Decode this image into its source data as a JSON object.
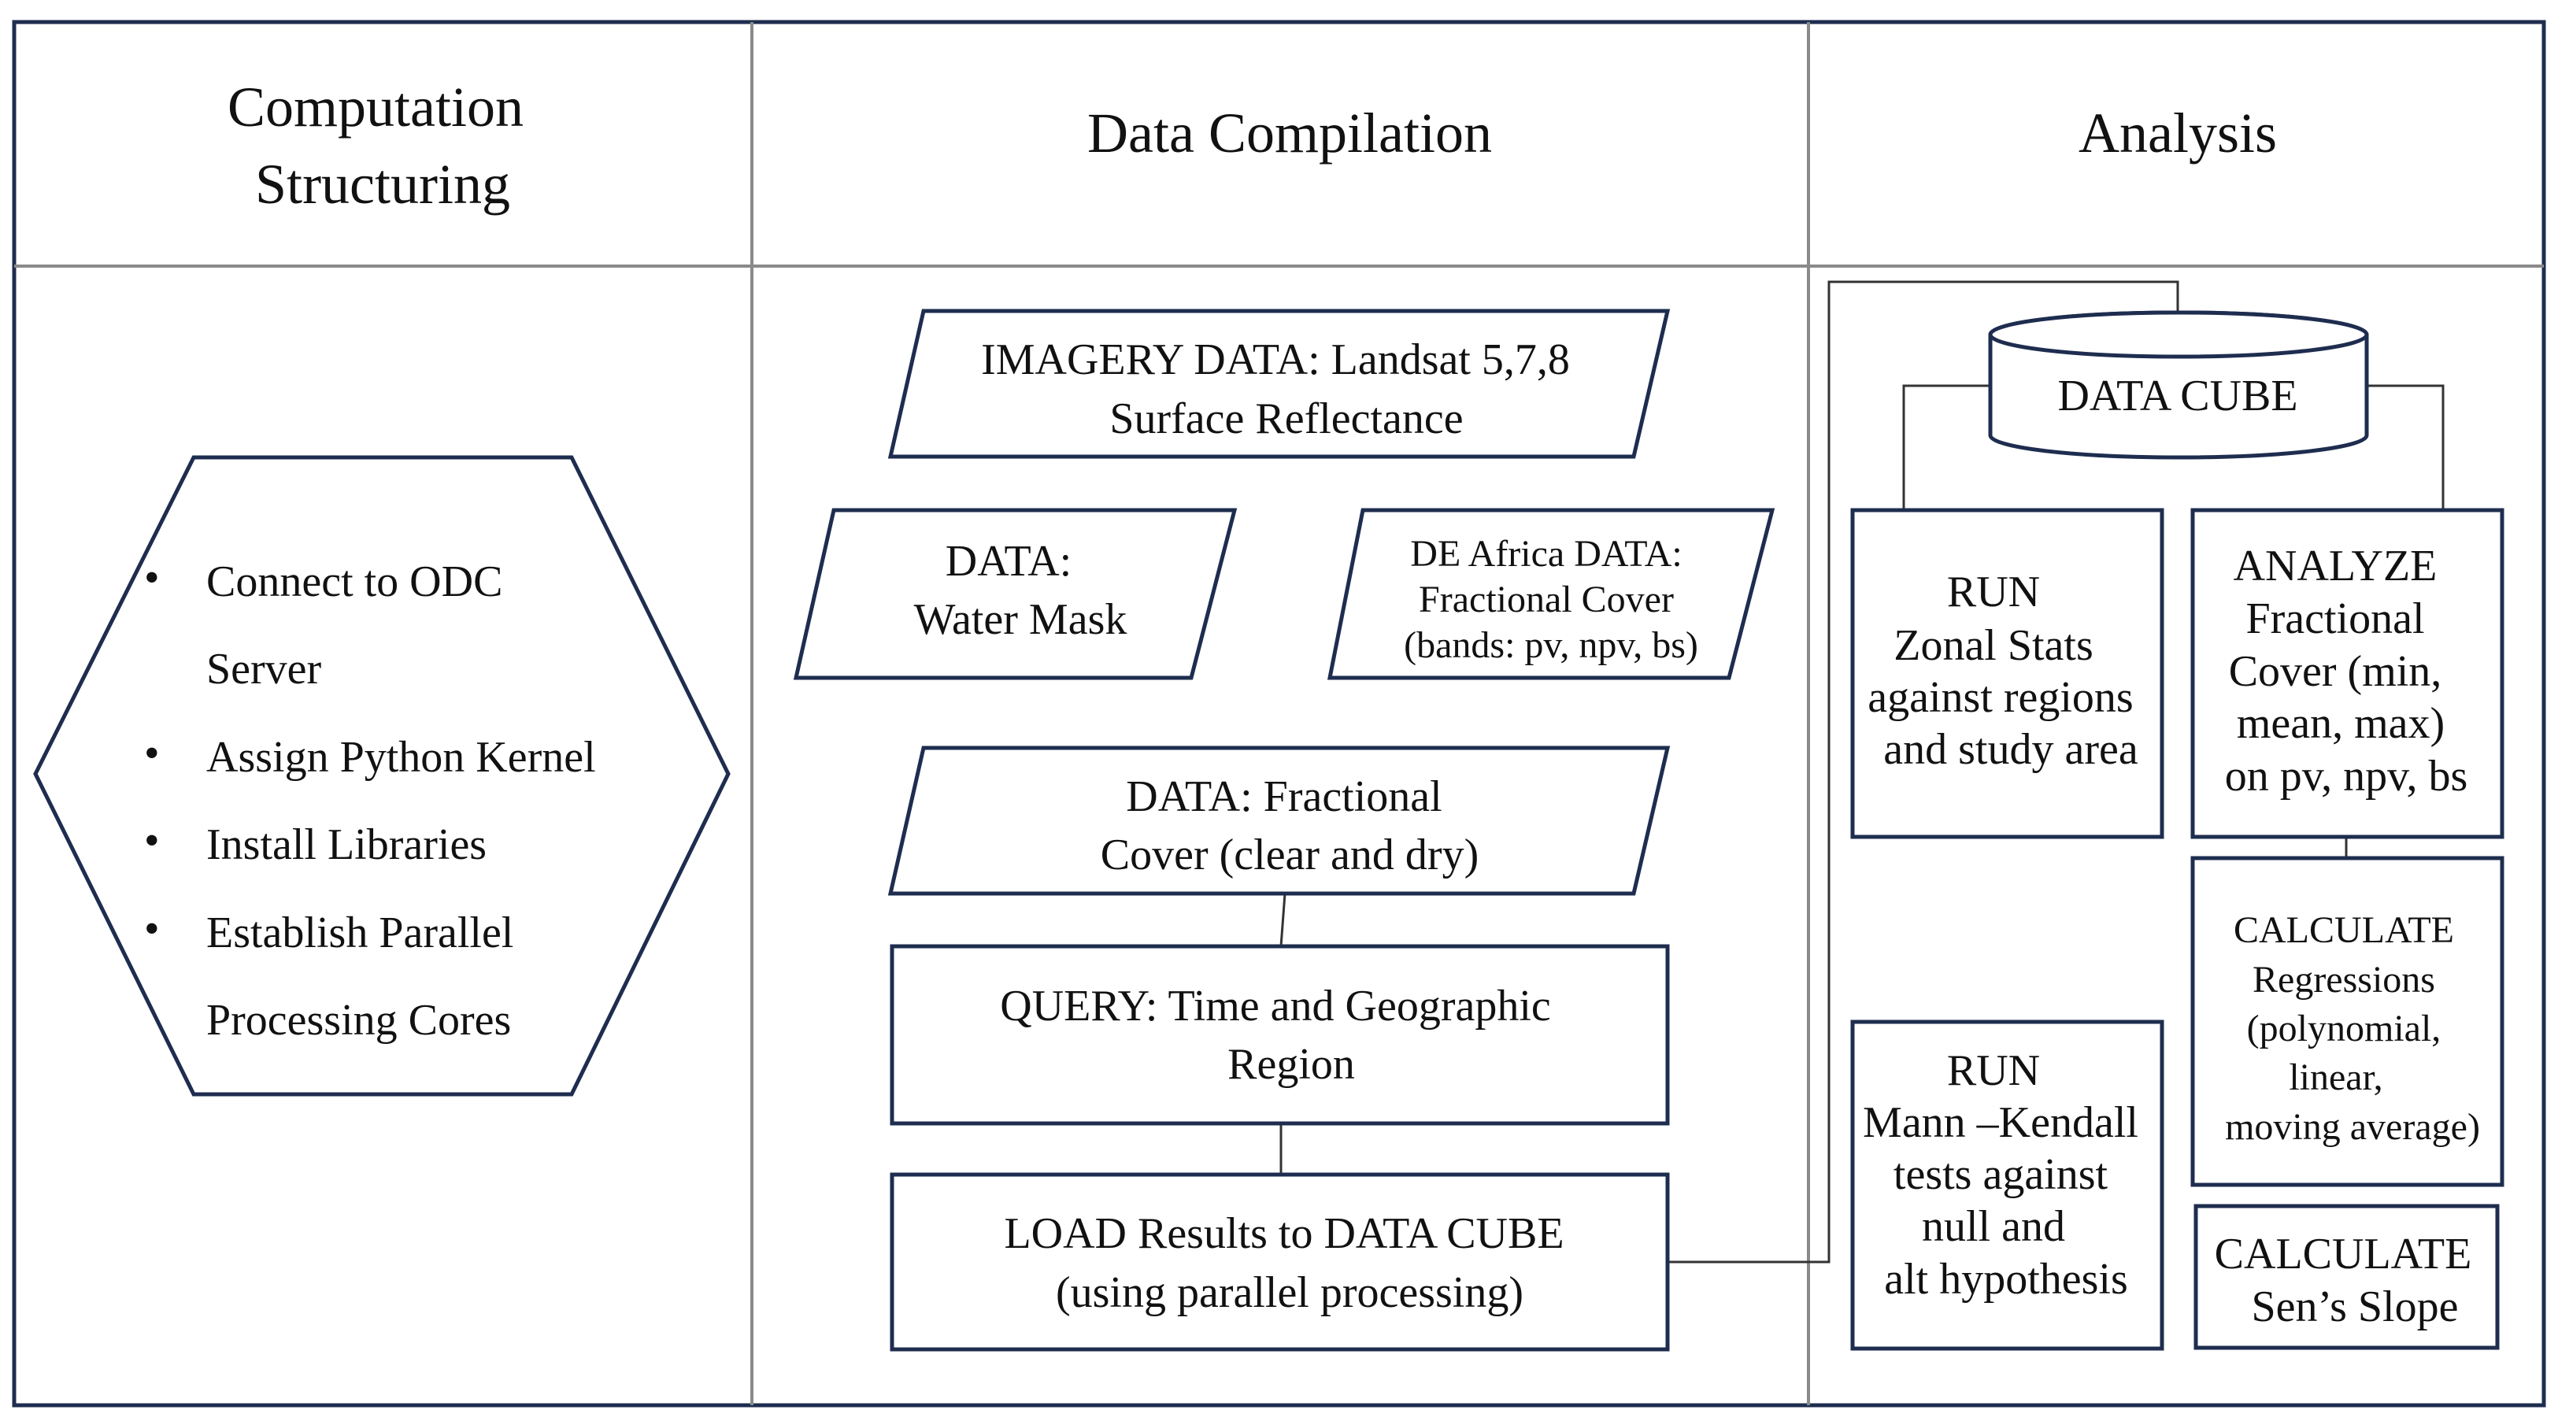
{
  "headers": {
    "col1": [
      "Computation",
      "Structuring"
    ],
    "col2": "Data Compilation",
    "col3": "Analysis"
  },
  "hexagon": {
    "bullet": "•",
    "items": [
      "Connect to ODC",
      "Server",
      "Assign Python Kernel",
      "Install Libraries",
      "Establish Parallel",
      "Processing Cores"
    ]
  },
  "compilation": {
    "imagery": [
      "IMAGERY DATA: Landsat 5,7,8",
      "Surface Reflectance"
    ],
    "water_mask": [
      "DATA:",
      "Water Mask"
    ],
    "de_africa": [
      "DE Africa DATA:",
      "Fractional Cover",
      "(bands: pv, npv, bs)"
    ],
    "fractional_cover": [
      "DATA: Fractional",
      "Cover (clear and dry)"
    ],
    "query": [
      "QUERY: Time and Geographic",
      "Region"
    ],
    "load": [
      "LOAD Results to DATA CUBE",
      "(using parallel processing)"
    ]
  },
  "analysis": {
    "data_cube": "DATA CUBE",
    "run_zonal": [
      "RUN",
      "Zonal Stats",
      "against regions",
      "and study area"
    ],
    "analyze": [
      "ANALYZE",
      "Fractional",
      "Cover (min,",
      "mean, max)",
      "on pv, npv, bs"
    ],
    "calc_regressions": [
      "CALCULATE",
      "Regressions",
      "(polynomial,",
      "linear,",
      "moving average)"
    ],
    "run_mann": [
      "RUN",
      "Mann –Kendall",
      "tests against",
      "null and",
      "alt hypothesis"
    ],
    "calc_sens": [
      "CALCULATE",
      "Sen’s Slope"
    ]
  },
  "colors": {
    "box_stroke": "#1e2d4f",
    "grid": "#8a8a8a",
    "outer_border": "#1e2d4f"
  }
}
